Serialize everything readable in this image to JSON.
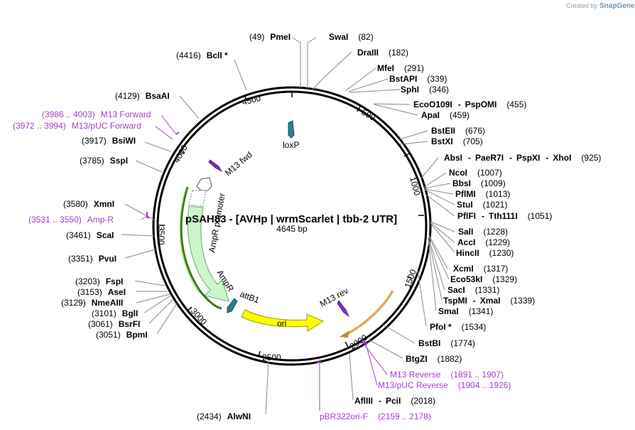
{
  "title": "pSAH83 - [AVHp | wrmScarlet | tbb-2 UTR]",
  "length": "4645 bp",
  "credit": "Created by",
  "brand": "SnapGene",
  "ticks": [
    "4500",
    "500",
    "1000",
    "1500",
    "2000",
    "2500",
    "3000",
    "3500",
    "4000"
  ],
  "features": {
    "loxP": "loxP",
    "m13fwd": "M13 fwd",
    "amprPromoter": "AmpR promoter",
    "ampr": "AmpR",
    "attB1": "attB1",
    "ori": "ori",
    "m13rev": "M13 rev"
  },
  "sites": [
    {
      "n": "(49)",
      "e": "PmeI"
    },
    {
      "n": "(82)",
      "e": "SwaI"
    },
    {
      "n": "(182)",
      "e": "DraIII"
    },
    {
      "n": "(291)",
      "e": "MfeI"
    },
    {
      "n": "(339)",
      "e": "BstAPI"
    },
    {
      "n": "(346)",
      "e": "SphI"
    },
    {
      "n": "(455)",
      "e": "EcoO109I",
      "e2": "PspOMI"
    },
    {
      "n": "(459)",
      "e": "ApaI"
    },
    {
      "n": "(676)",
      "e": "BstEII"
    },
    {
      "n": "(705)",
      "e": "BstXI"
    },
    {
      "n": "(925)",
      "e": "AbsI",
      "e2": "PaeR7I",
      "e3": "PspXI",
      "e4": "XhoI"
    },
    {
      "n": "(1007)",
      "e": "NcoI"
    },
    {
      "n": "(1009)",
      "e": "BbsI"
    },
    {
      "n": "(1013)",
      "e": "PflMI"
    },
    {
      "n": "(1021)",
      "e": "StuI"
    },
    {
      "n": "(1051)",
      "e": "PflFI",
      "e2": "Tth111I"
    },
    {
      "n": "(1228)",
      "e": "SalI"
    },
    {
      "n": "(1229)",
      "e": "AccI"
    },
    {
      "n": "(1230)",
      "e": "HincII"
    },
    {
      "n": "(1317)",
      "e": "XcmI"
    },
    {
      "n": "(1329)",
      "e": "Eco53kI"
    },
    {
      "n": "(1331)",
      "e": "SacI"
    },
    {
      "n": "(1339)",
      "e": "TspMI",
      "e2": "XmaI"
    },
    {
      "n": "(1341)",
      "e": "SmaI"
    },
    {
      "n": "(1534)",
      "e": "PfoI *"
    },
    {
      "n": "(1774)",
      "e": "BstBI"
    },
    {
      "n": "(1882)",
      "e": "BtgZI"
    },
    {
      "n": "(2018)",
      "e": "AflIII",
      "e2": "PciI"
    },
    {
      "n": "(2434)",
      "e": "AlwNI"
    },
    {
      "n": "(3051)",
      "e": "BpmI"
    },
    {
      "n": "(3061)",
      "e": "BsrFI"
    },
    {
      "n": "(3101)",
      "e": "BglI"
    },
    {
      "n": "(3129)",
      "e": "NmeAIII"
    },
    {
      "n": "(3153)",
      "e": "AseI"
    },
    {
      "n": "(3203)",
      "e": "FspI"
    },
    {
      "n": "(3351)",
      "e": "PvuI"
    },
    {
      "n": "(3461)",
      "e": "ScaI"
    },
    {
      "n": "(3580)",
      "e": "XmnI"
    },
    {
      "n": "(3785)",
      "e": "SspI"
    },
    {
      "n": "(3917)",
      "e": "BsiWI"
    },
    {
      "n": "(4129)",
      "e": "BsaAI"
    },
    {
      "n": "(4416)",
      "e": "BclI *"
    }
  ],
  "primers": [
    {
      "n": "(3986 .. 4003)",
      "e": "M13 Forward"
    },
    {
      "n": "(3972 .. 3994)",
      "e": "M13/pUC Forward"
    },
    {
      "n": "(3531 .. 3550)",
      "e": "Amp-R"
    },
    {
      "n": "(1891 .. 1907)",
      "e": "M13 Reverse"
    },
    {
      "n": "(1904 .. 1926)",
      "e": "M13/pUC Reverse"
    },
    {
      "n": "(2159 .. 2178)",
      "e": "pBR322ori-F"
    }
  ],
  "colors": {
    "backbone": "#000000",
    "loxP": "#2f7d8e",
    "primer": "#a33fcf",
    "ampr": "#ccf5cc",
    "amprPromoter": "#ffffff",
    "ori": "#ffff00",
    "m13": "#7b2cc4",
    "attB1": "#2f7d8e",
    "leader": "#8a8a8a"
  }
}
